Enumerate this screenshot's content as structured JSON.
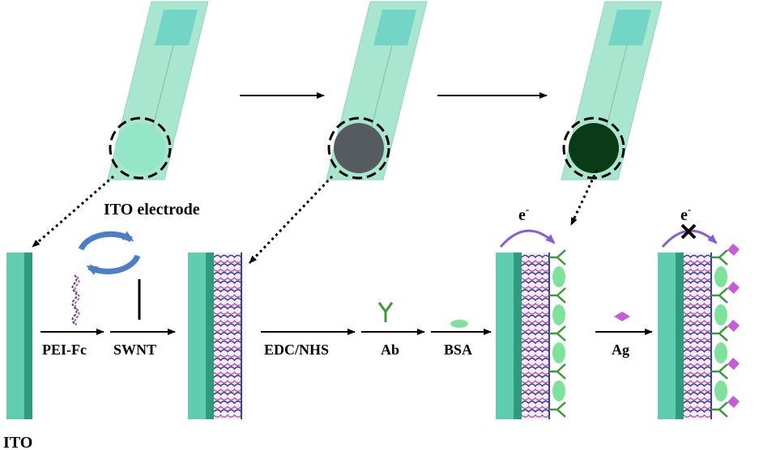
{
  "labels": {
    "ito_electrode": "ITO electrode",
    "ito": "ITO",
    "pei_fc": "PEI-Fc",
    "swnt": "SWNT",
    "edc_nhs": "EDC/NHS",
    "ab": "Ab",
    "bsa": "BSA",
    "ag": "Ag",
    "electron": "e",
    "electron_sup": "-"
  },
  "colors": {
    "electrode": "#a9e6cf",
    "electrode_edge": "#8ed6bc",
    "pad": "#72d5c6",
    "disk_bare": "#93e6c8",
    "disk_swnt": "#555b5e",
    "disk_final": "#0b3b16",
    "ito_front": "#5ecdb0",
    "ito_side": "#2e9b7d",
    "swnt_blue": "#3b3fa0",
    "swnt_pink": "#c050a0",
    "antibody": "#3a9a3a",
    "bsa": "#7ee39a",
    "antigen": "#c75ad6",
    "curve": "#8c5bd6",
    "cycle": "#4a7ec8"
  }
}
